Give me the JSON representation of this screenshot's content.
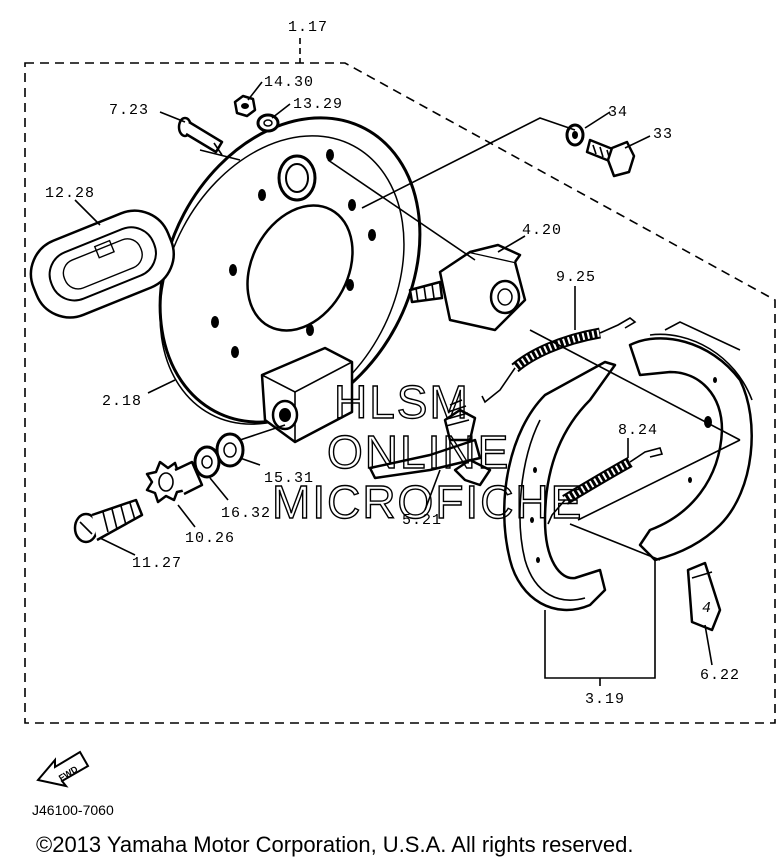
{
  "labels": {
    "p1": "1.17",
    "p2": "2.18",
    "p3": "3.19",
    "p4": "4.20",
    "p5": "5.21",
    "p6": "6.22",
    "p7": "7.23",
    "p8": "8.24",
    "p9": "9.25",
    "p10": "10.26",
    "p11": "11.27",
    "p12": "12.28",
    "p13": "13.29",
    "p14": "14.30",
    "p15": "15.31",
    "p16": "16.32",
    "p33": "33",
    "p34": "34"
  },
  "watermark": {
    "line1": "HLSM",
    "line2": "ONLINE",
    "line3": "MICROFICHE"
  },
  "fwd_label": "FWD",
  "shoe_mark": "4",
  "diagram_code": "J46100-7060",
  "copyright": "©2013 Yamaha Motor Corporation, U.S.A. All rights reserved."
}
